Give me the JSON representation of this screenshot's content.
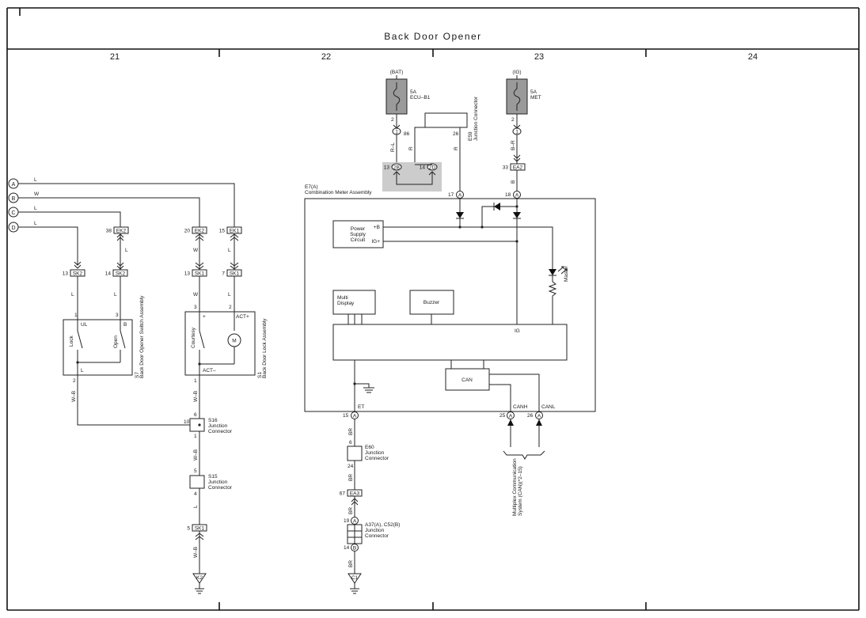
{
  "title": "Back Door Opener",
  "columns": [
    "21",
    "22",
    "23",
    "24"
  ],
  "connectors_left": [
    "A",
    "B",
    "C",
    "D"
  ],
  "wire_colors": {
    "L": "L",
    "W": "W",
    "WB": "W–B",
    "RL": "R–L",
    "R": "R",
    "BR_IG": "B–R",
    "B": "B",
    "BR": "BR"
  },
  "fuses": {
    "bat_label": "(BAT)",
    "bat_amp": "5A",
    "bat_name": "ECU–B1",
    "ig_label": "(IG)",
    "ig_amp": "5A",
    "ig_name": "MET"
  },
  "junction_e59": {
    "label": "Junction Connector",
    "code": "E59",
    "pins": [
      "86",
      "26"
    ]
  },
  "connectors": {
    "ek2": "EK2",
    "ek1": "EK1",
    "sk2": "SK2",
    "sk1": "SK1",
    "ea2": "EA2",
    "ea3": "EA3",
    "k2": "K2",
    "c1": "C1"
  },
  "meter": {
    "ref": "E7(A)",
    "name": "Combination Meter Assembly",
    "power": [
      "Power",
      "Supply",
      "Circuit"
    ],
    "plus_b": "+B",
    "ig_plus": "IG+",
    "multi": [
      "Multi",
      "Display"
    ],
    "buzzer": "Buzzer",
    "ig": "IG",
    "can": "CAN",
    "master": "Master",
    "et": "ET",
    "canh": "CANH",
    "canl": "CANL"
  },
  "switch_assy": {
    "ref": "S7",
    "name": "Back Door Opener Switch Assembly",
    "ul": "UL",
    "b": "B",
    "l": "L",
    "lock": "Lock",
    "open": "Open"
  },
  "lock_assy": {
    "ref": "S1",
    "name": "Back Door Lock Assembly",
    "plus": "+",
    "act_plus": "ACT+",
    "act_minus": "ACT–",
    "courtesy": "Courtesy",
    "motor": "M"
  },
  "junctions": {
    "s16": [
      "S16",
      "Junction",
      "Connector"
    ],
    "s15": [
      "S15",
      "Junction",
      "Connector"
    ],
    "e60": [
      "E60",
      "Junction",
      "Connector"
    ],
    "a37": [
      "A37(A), C52(B)",
      "Junction",
      "Connector"
    ]
  },
  "multiplex": "Multiplex Communication System (CAN)(*2–15)",
  "pins": {
    "p1": "1",
    "p2": "2",
    "p3": "3",
    "p4": "4",
    "p5": "5",
    "p6": "6",
    "p7": "7",
    "p10": "10",
    "p13": "13",
    "p14": "14",
    "p15": "15",
    "p17": "17",
    "p18": "18",
    "p19": "19",
    "p20": "20",
    "p24": "24",
    "p25": "25",
    "p26": "26",
    "p33": "33",
    "p38": "38",
    "p67": "67",
    "b2B": "2B",
    "b2D": "2D",
    "cA": "A",
    "cB": "B"
  }
}
